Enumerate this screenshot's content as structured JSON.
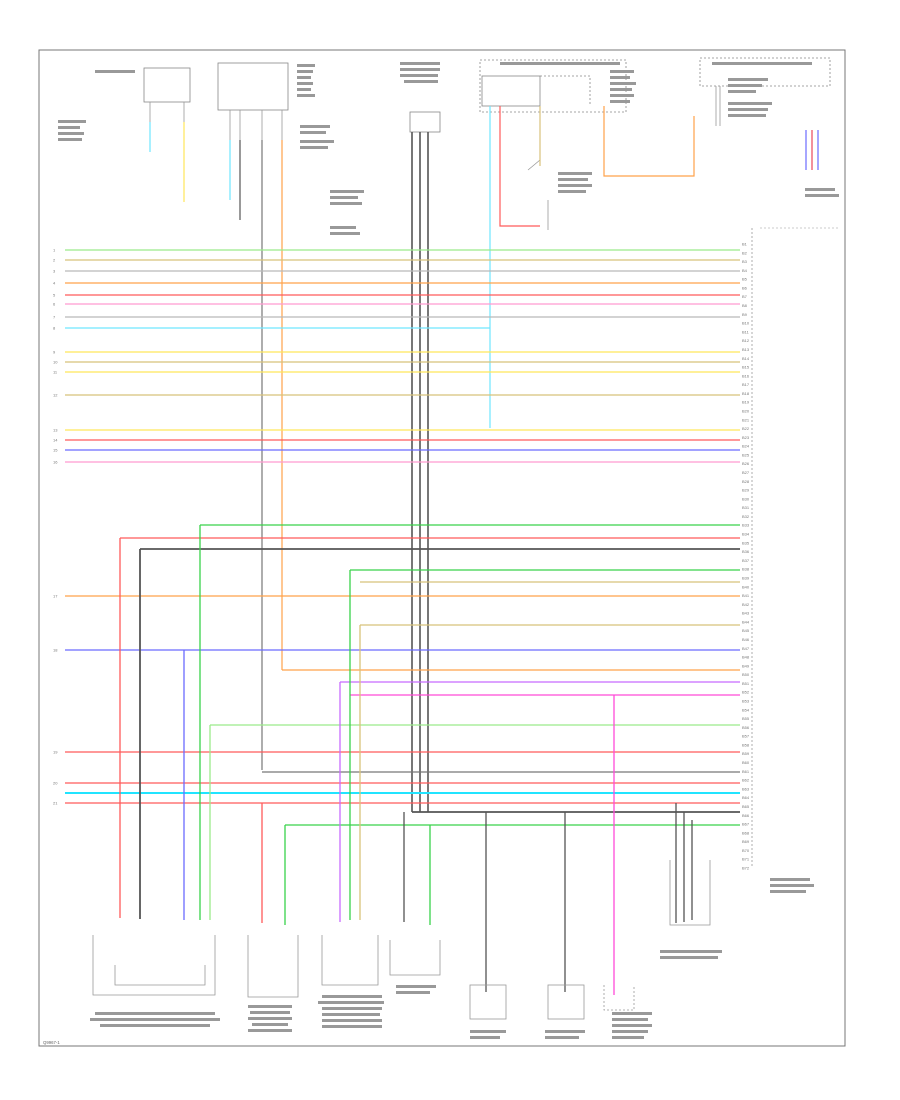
{
  "diagram": {
    "left_wire_numbers": [
      "1",
      "2",
      "3",
      "4",
      "5",
      "6",
      "7",
      "8",
      "9",
      "10",
      "11",
      "12",
      "13",
      "14",
      "15",
      "16",
      "17",
      "18",
      "19",
      "20",
      "21"
    ],
    "right_pin_labels": [
      "B1",
      "B2",
      "B3",
      "B4",
      "B5",
      "B6",
      "B7",
      "B8",
      "B9",
      "B10",
      "B11",
      "B12",
      "B13",
      "B14",
      "B15",
      "B16",
      "B17",
      "B18",
      "B19",
      "B20",
      "B21",
      "B22",
      "B23",
      "B24",
      "B25",
      "B26",
      "B27",
      "B28",
      "B29",
      "B30",
      "B31",
      "B32",
      "B33",
      "B34",
      "B35",
      "B36",
      "B37",
      "B38",
      "B39",
      "B40",
      "B41",
      "B42",
      "B43",
      "B44",
      "B45",
      "B46",
      "B47",
      "B48",
      "B49",
      "B50",
      "B51",
      "B52",
      "B53",
      "B54",
      "B55",
      "B56",
      "B57",
      "B58",
      "B59",
      "B60",
      "B61",
      "B62",
      "B63",
      "B64",
      "B65",
      "B66",
      "B67",
      "B68",
      "B69",
      "B70",
      "B71",
      "B72"
    ],
    "wire_color_hex": {
      "green": "#39d24a",
      "tan": "#d8c27a",
      "gray": "#b9b9b9",
      "orange": "#ffa24a",
      "red": "#ff5a5a",
      "pink": "#ff9bd0",
      "light_blue": "#6fe6ff",
      "yellow": "#ffe65a",
      "light_green": "#9bea8a",
      "blue": "#6b6bff",
      "dark_gray": "#555555",
      "violet": "#c86bff",
      "magenta": "#ff4bd8",
      "cyan": "#21e4ff"
    },
    "footer_code": "Q9967-1"
  }
}
